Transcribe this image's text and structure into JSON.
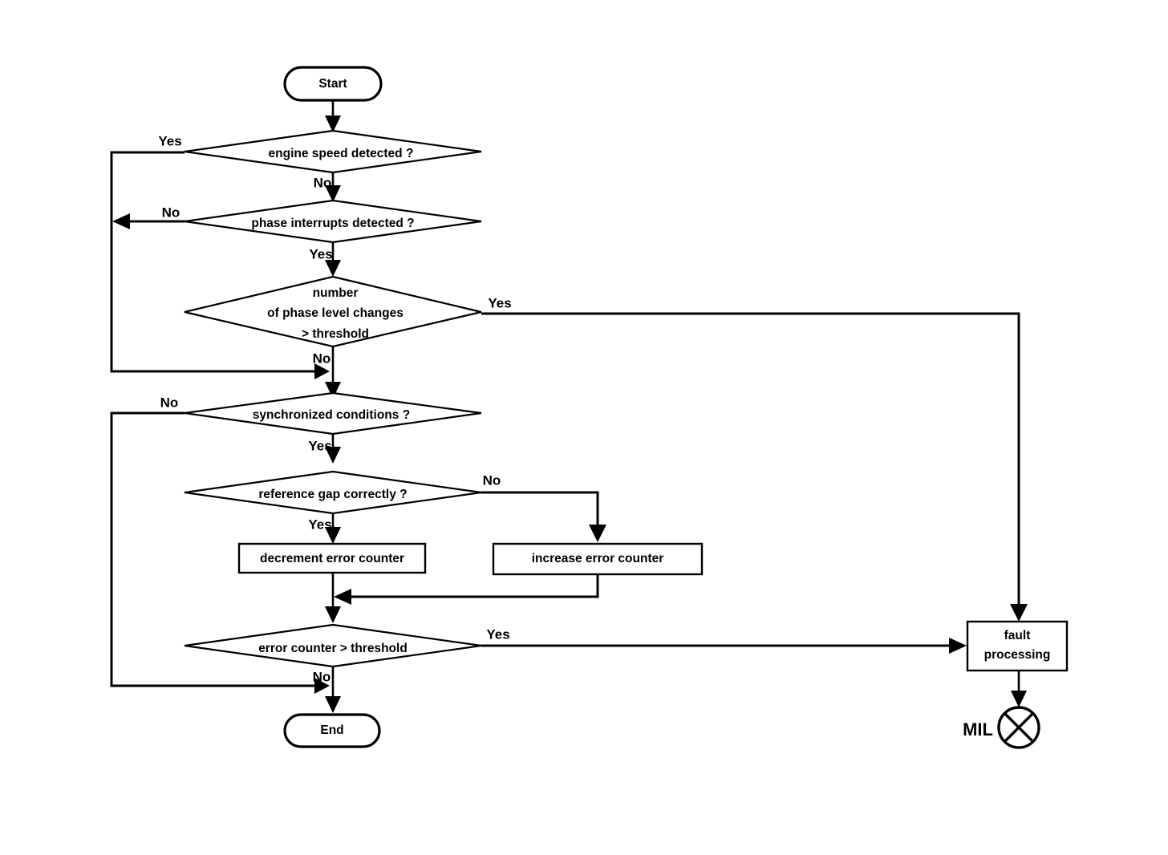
{
  "diagram": {
    "title": "engine speed / phase sensor diagnosis flowchart",
    "background_color": "#ffffff",
    "line_color": "#000000",
    "text_color": "#000000"
  },
  "nodes": {
    "start": {
      "label": "Start",
      "type": "terminator"
    },
    "end": {
      "label": "End",
      "type": "terminator"
    },
    "d1": {
      "label": "engine speed detected ?",
      "type": "decision"
    },
    "d2": {
      "label": "phase interrupts detected ?",
      "type": "decision"
    },
    "d3": {
      "type": "decision",
      "line1": "number",
      "line2": "of phase level changes",
      "line3": "> threshold"
    },
    "d4": {
      "label": "synchronized conditions ?",
      "type": "decision"
    },
    "d5": {
      "label": "reference gap correctly ?",
      "type": "decision"
    },
    "d6": {
      "label": "error counter > threshold",
      "type": "decision"
    },
    "p1": {
      "label": "decrement error counter",
      "type": "process"
    },
    "p2": {
      "label": "increase error counter",
      "type": "process"
    },
    "p3": {
      "type": "process",
      "line1": "fault",
      "line2": "processing"
    },
    "mil": {
      "label": "MIL",
      "type": "lamp-symbol"
    }
  },
  "edge_labels": {
    "d1_yes": "Yes",
    "d1_no": "No",
    "d2_no": "No",
    "d2_yes": "Yes",
    "d3_yes": "Yes",
    "d3_no": "No",
    "d4_no": "No",
    "d4_yes": "Yes",
    "d5_no": "No",
    "d5_yes": "Yes",
    "d6_yes": "Yes",
    "d6_no": "No"
  }
}
